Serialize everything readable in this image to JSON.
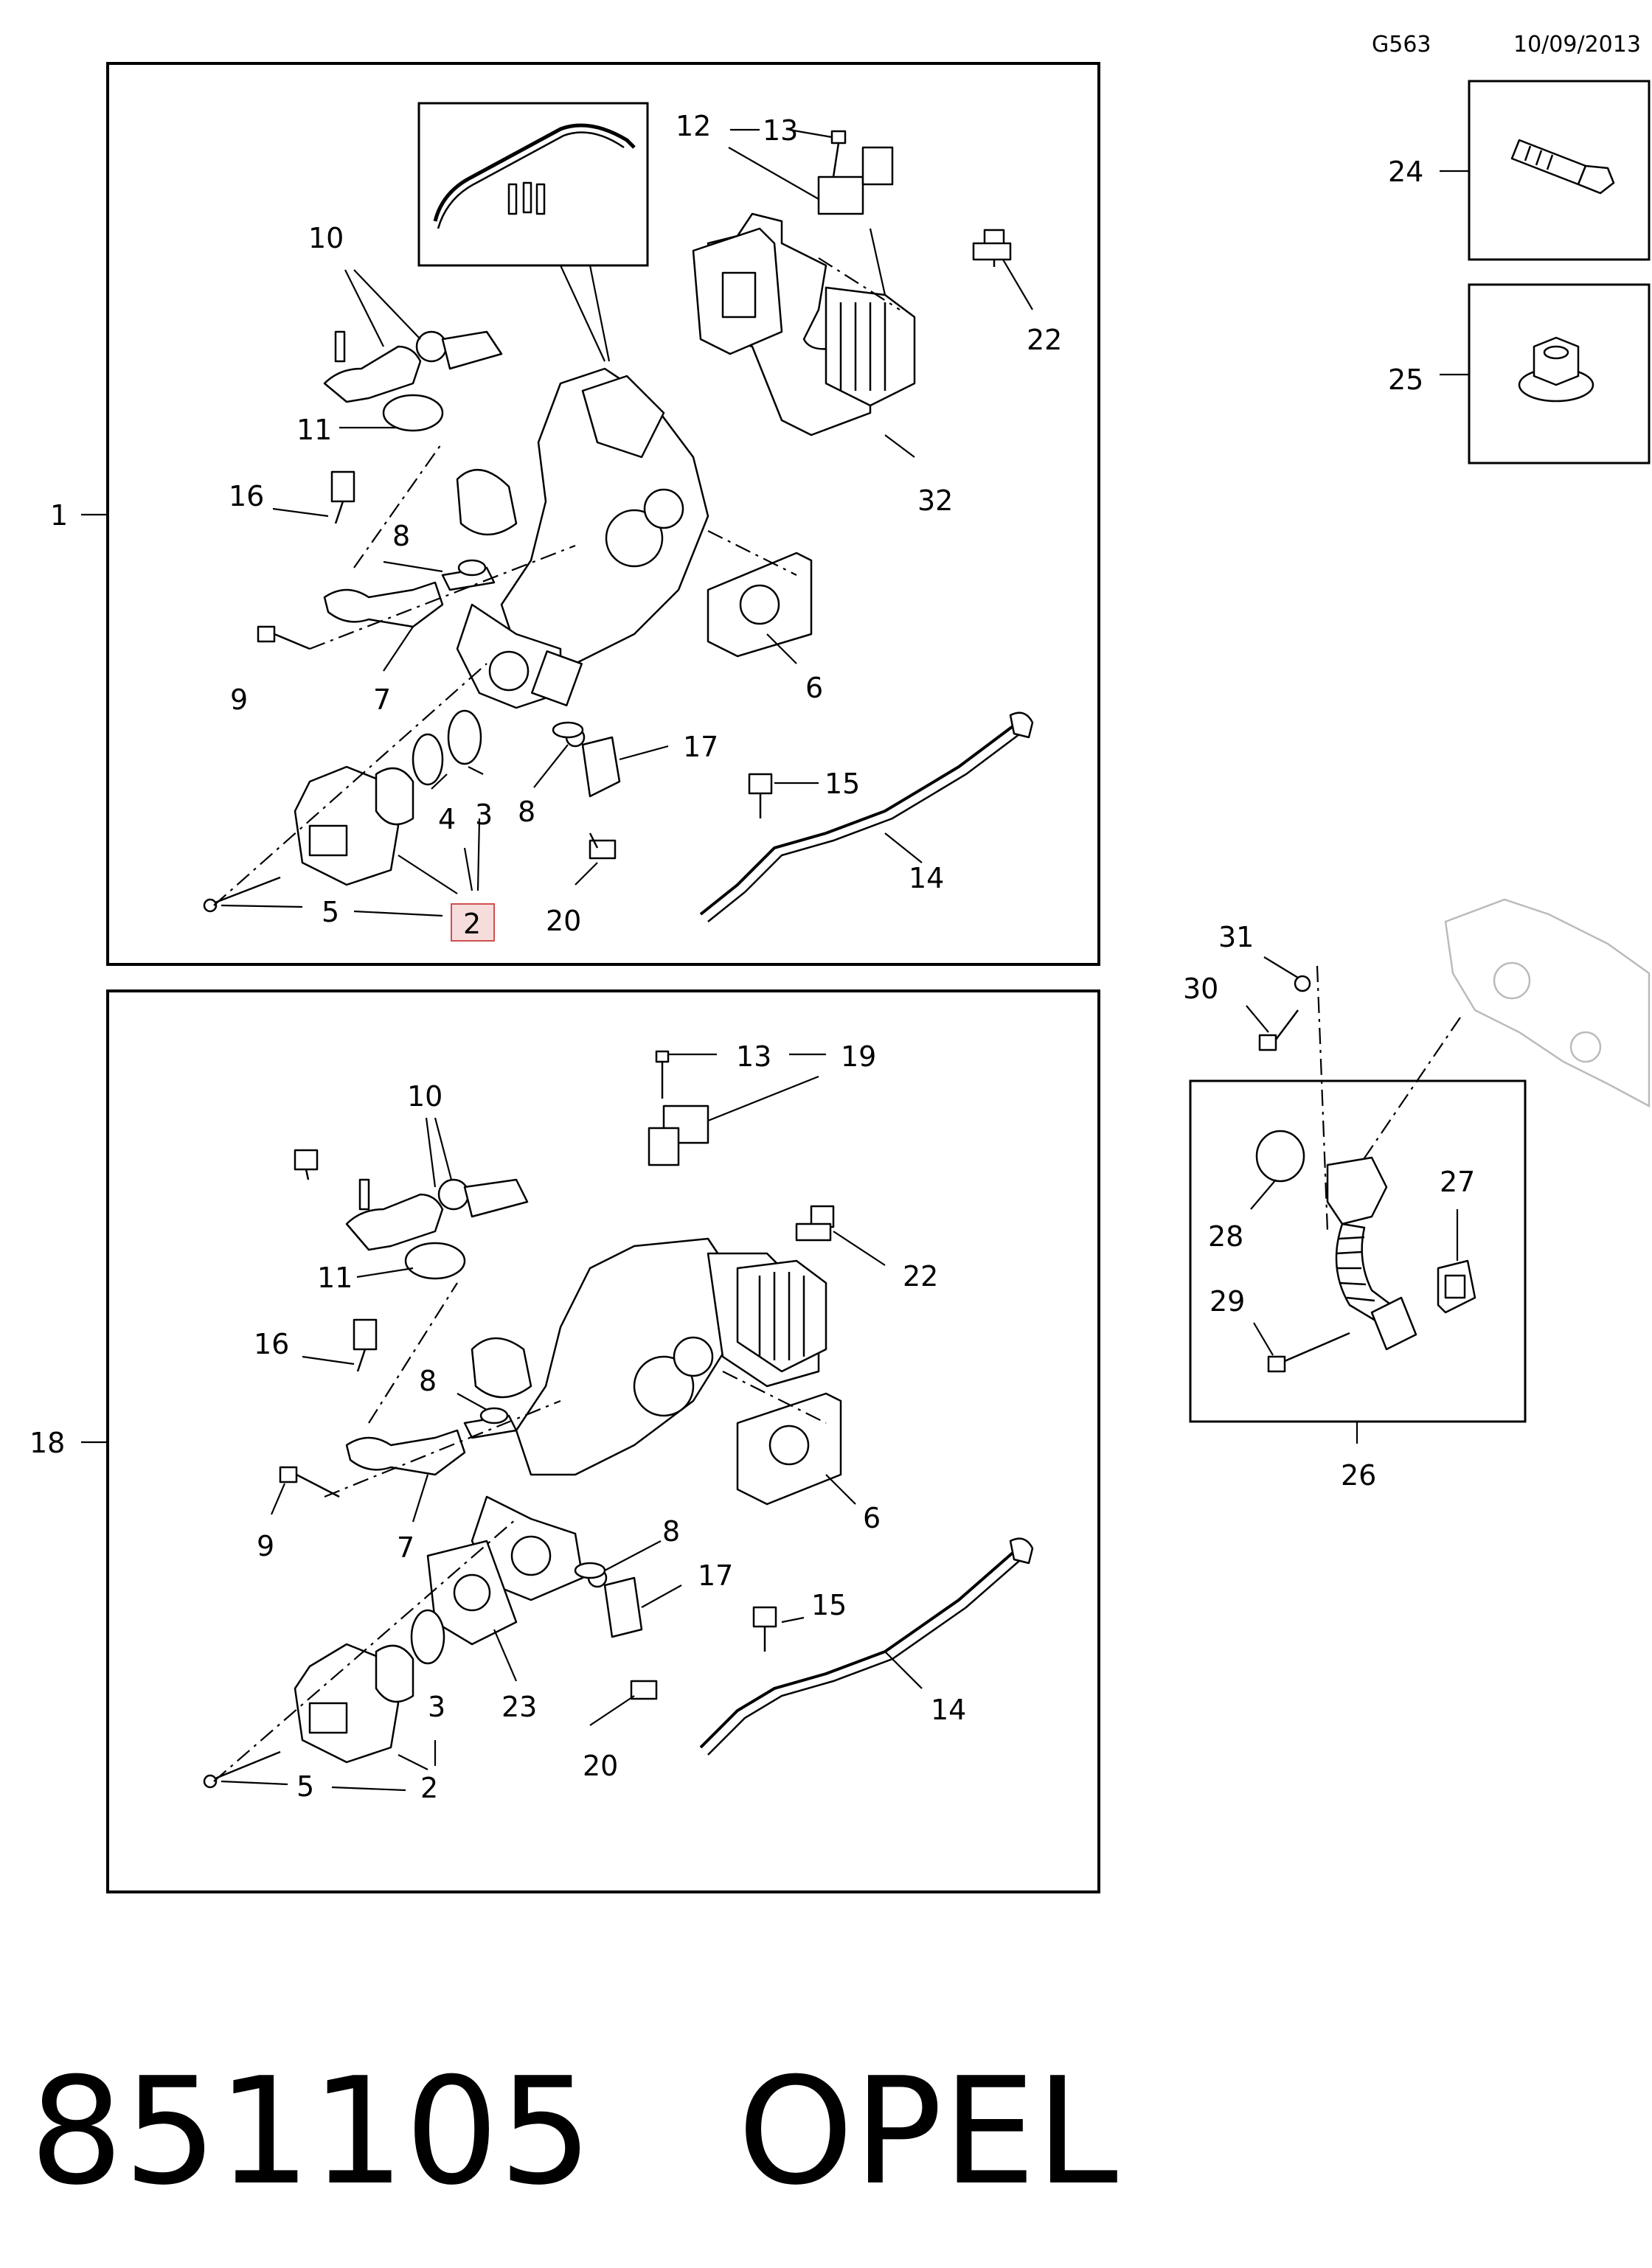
{
  "header": {
    "code": "G563",
    "date": "10/09/2013"
  },
  "footer": {
    "part_number": "851105",
    "brand": "OPEL"
  },
  "diagram": {
    "group_labels": {
      "top": "1",
      "bottom": "18",
      "inset": "26"
    },
    "top_labels": {
      "l12": "12",
      "l13": "13",
      "l22": "22",
      "l32": "32",
      "l10": "10",
      "l11": "11",
      "l16": "16",
      "l8a": "8",
      "l9": "9",
      "l7": "7",
      "l6": "6",
      "l17": "17",
      "l8b": "8",
      "l4": "4",
      "l3": "3",
      "l5": "5",
      "l2": "2",
      "l20": "20",
      "l15": "15",
      "l14": "14"
    },
    "bottom_labels": {
      "l13": "13",
      "l19": "19",
      "l10": "10",
      "l22": "22",
      "l11": "11",
      "l16": "16",
      "l8a": "8",
      "l6": "6",
      "l9": "9",
      "l7": "7",
      "l8b": "8",
      "l17": "17",
      "l15": "15",
      "l3": "3",
      "l23": "23",
      "l14": "14",
      "l5": "5",
      "l2": "2",
      "l20": "20"
    },
    "side_labels": {
      "l24": "24",
      "l25": "25",
      "l31": "31",
      "l30": "30",
      "l27": "27",
      "l28": "28",
      "l29": "29"
    }
  }
}
